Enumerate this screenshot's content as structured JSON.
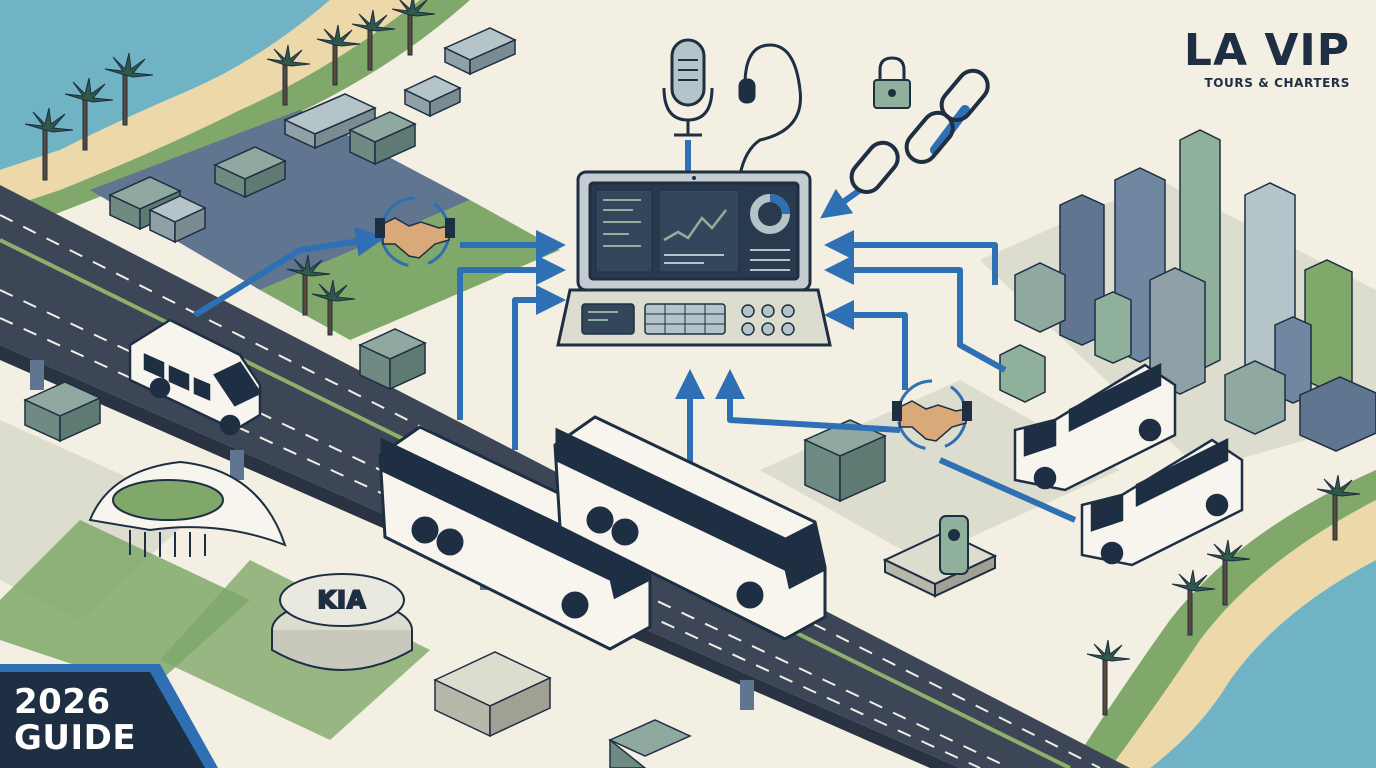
{
  "brand": {
    "name": "LA VIP",
    "tagline": "TOURS & CHARTERS"
  },
  "badge": {
    "year": "2026",
    "label": "GUIDE"
  },
  "stadium_logo": "KIA",
  "colors": {
    "navy": "#1e2e43",
    "accent_blue": "#2f6fb4",
    "land": "#f3efe2",
    "road": "#3c4656",
    "green": "#7fa86a",
    "sea": "#6fb3c4",
    "sand": "#ecd8a8"
  },
  "icons": [
    "microphone-icon",
    "headset-icon",
    "padlock-icon",
    "chain-link-icon",
    "handshake-icon",
    "dashboard-laptop-icon",
    "line-chart-icon",
    "donut-chart-icon"
  ]
}
